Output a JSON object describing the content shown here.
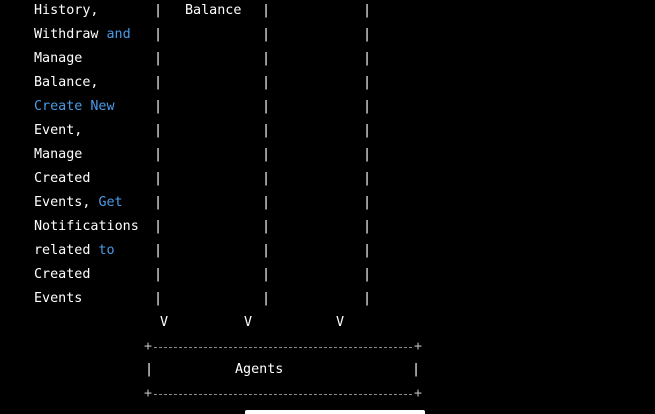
{
  "terminal": {
    "left_column": [
      [
        {
          "t": "History,",
          "hl": false
        }
      ],
      [
        {
          "t": "Withdraw",
          "hl": false
        },
        {
          "t": "and",
          "hl": true
        }
      ],
      [
        {
          "t": "Manage",
          "hl": false
        }
      ],
      [
        {
          "t": "Balance,",
          "hl": false
        }
      ],
      [
        {
          "t": "Create",
          "hl": true
        },
        {
          "t": "New",
          "hl": true
        }
      ],
      [
        {
          "t": "Event,",
          "hl": false
        }
      ],
      [
        {
          "t": "Manage",
          "hl": false
        }
      ],
      [
        {
          "t": "Created",
          "hl": false
        }
      ],
      [
        {
          "t": "Events,",
          "hl": false
        },
        {
          "t": "Get",
          "hl": true
        }
      ],
      [
        {
          "t": "Notifications",
          "hl": false
        }
      ],
      [
        {
          "t": "related",
          "hl": false
        },
        {
          "t": "to",
          "hl": true
        }
      ],
      [
        {
          "t": "Created",
          "hl": false
        }
      ],
      [
        {
          "t": "Events",
          "hl": false
        }
      ]
    ],
    "middle_top": "Balance",
    "pipe": "|",
    "arrow": "V",
    "box_corner": "+",
    "box_label": "Agents",
    "colors": {
      "background": "#000000",
      "text": "#ffffff",
      "highlight": "#4a9be8"
    }
  }
}
